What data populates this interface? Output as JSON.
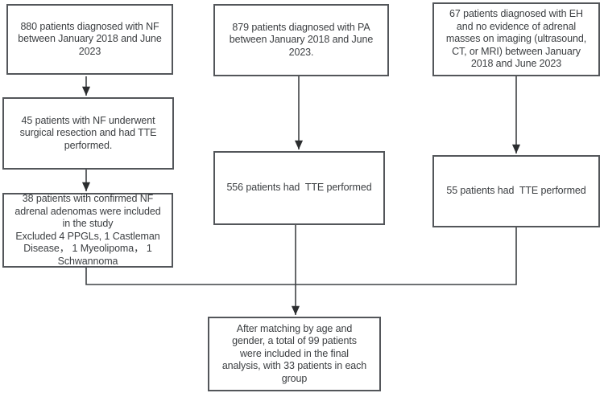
{
  "theme": {
    "box_border": "#53565a",
    "text": "#3b3e41",
    "line": "#3f4245",
    "arrow": "#2b2d2f",
    "background": "#ffffff"
  },
  "boxes": {
    "nf_diagnosed": {
      "text": "880 patients diagnosed with NF\nbetween January 2018 and June\n2023"
    },
    "pa_diagnosed": {
      "text": "879 patients diagnosed with PA\nbetween January 2018 and June\n2023."
    },
    "eh_diagnosed": {
      "text": "67 patients diagnosed with EH\nand no evidence of adrenal\nmasses on imaging (ultrasound,\nCT, or MRI) between January\n2018 and June 2023"
    },
    "nf_surgical": {
      "text": "45 patients with NF underwent\nsurgical resection and had TTE\nperformed."
    },
    "nf_confirmed": {
      "text": "38 patients with confirmed NF\nadrenal adenomas were included\nin the study\nExcluded 4 PPGLs, 1 Castleman\nDisease， 1 Myeolipoma， 1\nSchwannoma"
    },
    "pa_tte": {
      "text": "556 patients had  TTE performed"
    },
    "eh_tte": {
      "text": "55 patients had  TTE performed"
    },
    "final_matching": {
      "text": "After matching by age and\ngender, a total of 99 patients\nwere included in the final\nanalysis, with 33 patients in each\ngroup"
    }
  },
  "connectors": [
    {
      "from": "nf_diagnosed",
      "to": "nf_surgical",
      "arrow": true
    },
    {
      "from": "nf_surgical",
      "to": "nf_confirmed",
      "arrow": true
    },
    {
      "from": "pa_diagnosed",
      "to": "pa_tte",
      "arrow": true
    },
    {
      "from": "eh_diagnosed",
      "to": "eh_tte",
      "arrow": true
    },
    {
      "from": "nf_confirmed",
      "to": "final_matching",
      "arrow": true,
      "via": "merge-line"
    },
    {
      "from": "pa_tte",
      "to": "final_matching",
      "arrow": true,
      "via": "merge-line"
    },
    {
      "from": "eh_tte",
      "to": "final_matching",
      "arrow": true,
      "via": "merge-line"
    }
  ]
}
